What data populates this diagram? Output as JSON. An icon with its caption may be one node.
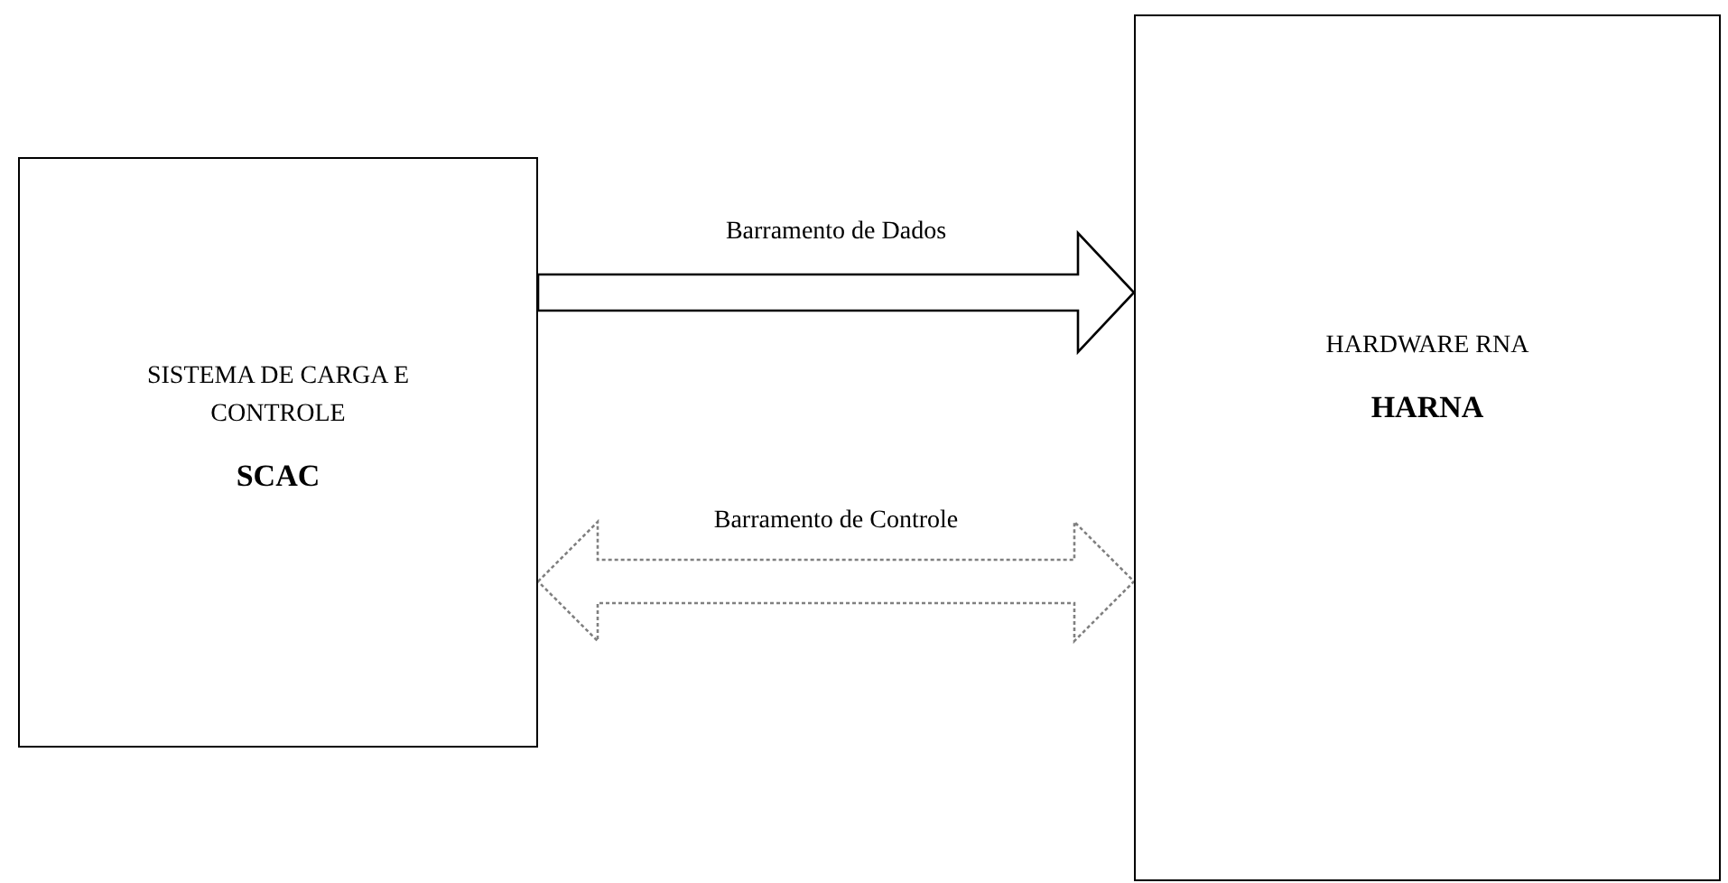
{
  "diagram": {
    "nodes": [
      {
        "text": [
          "SISTEMA DE CARGA E CONTROLE",
          "SCAC"
        ]
      },
      {
        "text": [
          "HARDWARE RNA",
          "HARNA"
        ]
      }
    ],
    "edges": [
      {
        "from": 0,
        "to": 1,
        "arrow": "to",
        "label": "Barramento de Dados"
      },
      {
        "from": 0,
        "to": 1,
        "arrow": "both",
        "label": "Barramento de Controle",
        "style": "dashed",
        "color": "#808080"
      }
    ]
  }
}
